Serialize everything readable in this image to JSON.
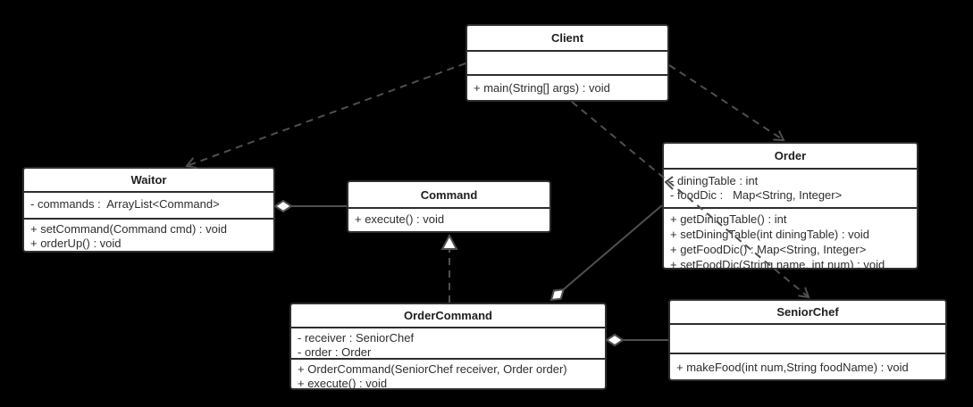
{
  "diagram": {
    "kind": "uml-class-diagram",
    "colors": {
      "background": "#000000",
      "box_fill": "#ffffff",
      "box_border": "#2d2d2d",
      "connector": "#4f4f4f",
      "text": "#2e2e2e"
    },
    "classes": [
      {
        "name": "Client",
        "attributes": [],
        "methods": [
          "+ main(String[] args) : void"
        ]
      },
      {
        "name": "Waitor",
        "attributes": [
          "- commands :  ArrayList<Command>"
        ],
        "methods": [
          "+ setCommand(Command cmd) : void",
          "+ orderUp() : void"
        ]
      },
      {
        "name": "Command",
        "attributes": [],
        "methods": [
          "+ execute() : void"
        ]
      },
      {
        "name": "Order",
        "attributes": [
          "- diningTable : int",
          "- foodDic :   Map<String, Integer>"
        ],
        "methods": [
          "+ getDiningTable() : int",
          "+ setDiningTable(int diningTable) : void",
          "+ getFoodDic() : Map<String, Integer>",
          "+ setFoodDic(String name, int num) : void"
        ]
      },
      {
        "name": "OrderCommand",
        "attributes": [
          "- receiver : SeniorChef",
          "- order : Order"
        ],
        "methods": [
          "+ OrderCommand(SeniorChef receiver, Order order)",
          "+ execute() : void"
        ]
      },
      {
        "name": "SeniorChef",
        "attributes": [],
        "methods": [
          "+ makeFood(int num,String foodName) : void"
        ]
      }
    ],
    "relationships": [
      {
        "from": "Client",
        "to": "Waitor",
        "type": "dependency",
        "line": "dashed",
        "head": "open-arrow"
      },
      {
        "from": "Client",
        "to": "Order",
        "type": "dependency",
        "line": "dashed",
        "head": "open-arrow"
      },
      {
        "from": "Client",
        "to": "SeniorChef",
        "type": "dependency",
        "line": "dashed",
        "head": "open-arrow"
      },
      {
        "from": "Waitor",
        "to": "Command",
        "type": "aggregation",
        "line": "solid",
        "head": "hollow-diamond-at-Waitor"
      },
      {
        "from": "OrderCommand",
        "to": "Command",
        "type": "realization",
        "line": "dashed",
        "head": "hollow-triangle-at-Command"
      },
      {
        "from": "OrderCommand",
        "to": "Order",
        "type": "aggregation",
        "line": "solid",
        "head": "hollow-diamond-at-OrderCommand"
      },
      {
        "from": "OrderCommand",
        "to": "SeniorChef",
        "type": "aggregation",
        "line": "solid",
        "head": "hollow-diamond-at-OrderCommand"
      }
    ]
  }
}
